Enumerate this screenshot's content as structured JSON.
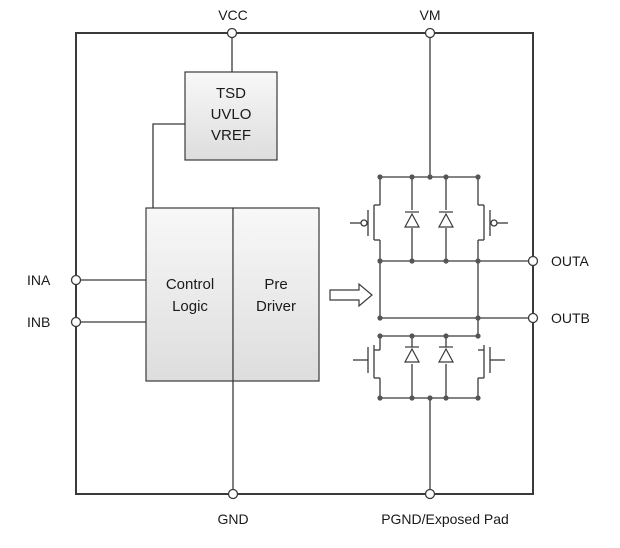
{
  "pins": {
    "vcc": "VCC",
    "vm": "VM",
    "ina": "INA",
    "inb": "INB",
    "outa": "OUTA",
    "outb": "OUTB",
    "gnd": "GND",
    "pgnd": "PGND/Exposed Pad"
  },
  "blocks": {
    "protection": [
      "TSD",
      "UVLO",
      "VREF"
    ],
    "control_logic": [
      "Control",
      "Logic"
    ],
    "pre_driver": [
      "Pre",
      "Driver"
    ]
  },
  "colors": {
    "line": "#3a3a3a",
    "block_fill_top": "#f7f7f7",
    "block_fill_bottom": "#dedede"
  }
}
